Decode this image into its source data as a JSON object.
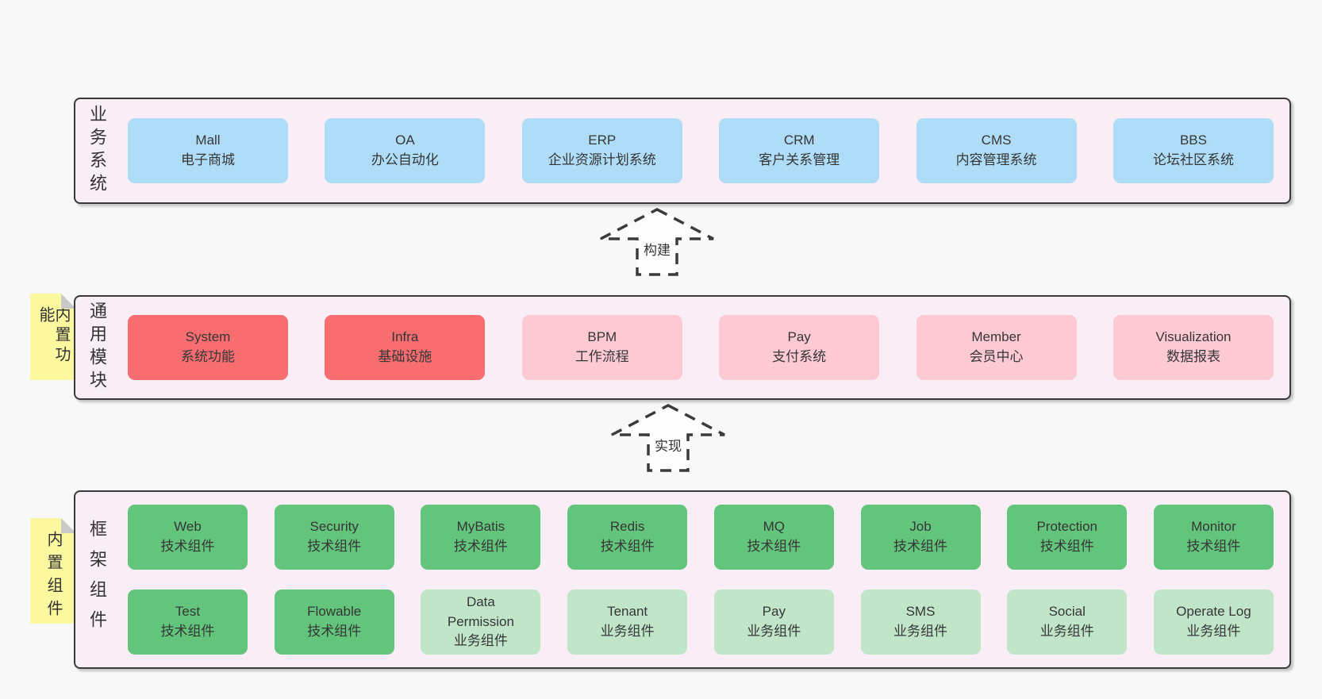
{
  "colors": {
    "page_bg": "#f8f8f8",
    "panel_bg": "#f9edf6",
    "panel_border": "#3a3a3a",
    "blue": "#afdcf6",
    "red": "#f76d70",
    "pink": "#fdcad4",
    "green_dark": "#63c47c",
    "green_light": "#c1e5c9",
    "note_yellow": "#fbf8a0",
    "note_fold_gray": "#c9c9c9",
    "text": "#333333",
    "arrow_dash": "#3b3b3b"
  },
  "sticky_notes": [
    {
      "label": "内置功能"
    },
    {
      "label": "内置组件"
    }
  ],
  "arrows": [
    {
      "label": "构建"
    },
    {
      "label": "实现"
    }
  ],
  "sections": {
    "business": {
      "label": "业务系统",
      "items": [
        {
          "name": "Mall",
          "desc": "电子商城",
          "variant": "blue"
        },
        {
          "name": "OA",
          "desc": "办公自动化",
          "variant": "blue"
        },
        {
          "name": "ERP",
          "desc": "企业资源计划系统",
          "variant": "blue"
        },
        {
          "name": "CRM",
          "desc": "客户关系管理",
          "variant": "blue"
        },
        {
          "name": "CMS",
          "desc": "内容管理系统",
          "variant": "blue"
        },
        {
          "name": "BBS",
          "desc": "论坛社区系统",
          "variant": "blue"
        }
      ]
    },
    "common": {
      "label": "通用模块",
      "items": [
        {
          "name": "System",
          "desc": "系统功能",
          "variant": "red"
        },
        {
          "name": "Infra",
          "desc": "基础设施",
          "variant": "red"
        },
        {
          "name": "BPM",
          "desc": "工作流程",
          "variant": "pink"
        },
        {
          "name": "Pay",
          "desc": "支付系统",
          "variant": "pink"
        },
        {
          "name": "Member",
          "desc": "会员中心",
          "variant": "pink"
        },
        {
          "name": "Visualization",
          "desc": "数据报表",
          "variant": "pink"
        }
      ]
    },
    "framework": {
      "label": "框架组件",
      "tech_row": [
        {
          "name": "Web",
          "desc": "技术组件",
          "variant": "green-dark"
        },
        {
          "name": "Security",
          "desc": "技术组件",
          "variant": "green-dark"
        },
        {
          "name": "MyBatis",
          "desc": "技术组件",
          "variant": "green-dark"
        },
        {
          "name": "Redis",
          "desc": "技术组件",
          "variant": "green-dark"
        },
        {
          "name": "MQ",
          "desc": "技术组件",
          "variant": "green-dark"
        },
        {
          "name": "Job",
          "desc": "技术组件",
          "variant": "green-dark"
        },
        {
          "name": "Protection",
          "desc": "技术组件",
          "variant": "green-dark"
        },
        {
          "name": "Monitor",
          "desc": "技术组件",
          "variant": "green-dark"
        }
      ],
      "biz_row": [
        {
          "name": "Test",
          "desc": "技术组件",
          "variant": "green-dark"
        },
        {
          "name": "Flowable",
          "desc": "技术组件",
          "variant": "green-dark"
        },
        {
          "name": "Data Permission",
          "desc": "业务组件",
          "variant": "green-light"
        },
        {
          "name": "Tenant",
          "desc": "业务组件",
          "variant": "green-light"
        },
        {
          "name": "Pay",
          "desc": "业务组件",
          "variant": "green-light"
        },
        {
          "name": "SMS",
          "desc": "业务组件",
          "variant": "green-light"
        },
        {
          "name": "Social",
          "desc": "业务组件",
          "variant": "green-light"
        },
        {
          "name": "Operate Log",
          "desc": "业务组件",
          "variant": "green-light"
        }
      ]
    }
  }
}
